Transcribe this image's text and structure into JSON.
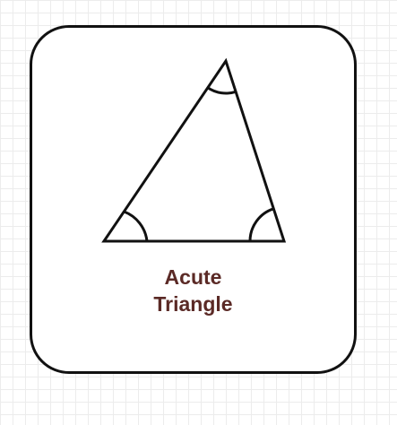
{
  "label": {
    "line1": "Acute",
    "line2": "Triangle"
  },
  "colors": {
    "stroke": "#111111",
    "label": "#5b2a26",
    "card_background": "#ffffff",
    "grid_line": "#ececec"
  },
  "shape": "acute-triangle",
  "angle_markers": 3
}
